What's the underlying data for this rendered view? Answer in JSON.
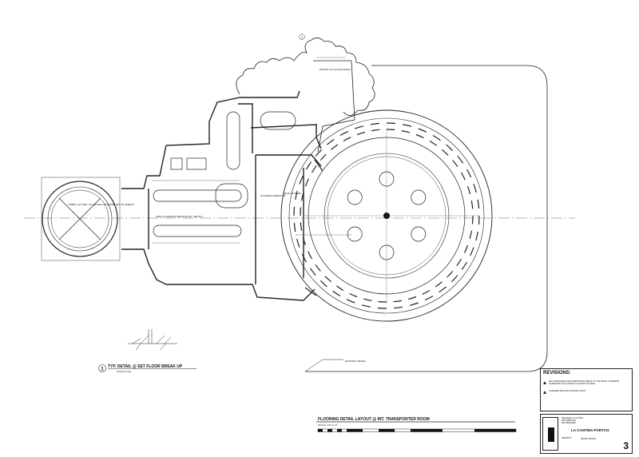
{
  "drawing": {
    "title": "FLOORING DETAIL LAYOUT @ INT. TRANSPORTER ROOM",
    "scale": "SCALE: 1/2\"=1'-0\"",
    "detail_callout": "2",
    "notes": {
      "extent_of_floor": "EXTENT OF FLOOR FINISH",
      "flooring_breakup": "FLOORING BREAK UP",
      "face_of_base": "FACE OF BASE",
      "turbo_lift": "TURBO LIFT SEE 'LA CANTINA INTERIOR' SET OF SHEETS",
      "line_of_central": "LINE OF CENTRAL BEAM @ FIN. SET B.N.",
      "existing_grade": "EXISTING GRADE"
    }
  },
  "detail": {
    "number": "1",
    "title": "TYP. DETAIL @ SET FLOOR BREAK UP",
    "scale": "SCALE: FULL"
  },
  "revisions": {
    "title": "REVISIONS:",
    "items": [
      {
        "mark": "1",
        "text": "RE-CONFIGURED DOCUMENTATION AREAS TO JOIN BOTH CORRIDOR, ELIMINATED FOLLOWING AS SHOWN ON DWG"
      },
      {
        "mark": "2",
        "text": "CHANGED EXISTING GRAPE LAYOUT"
      }
    ]
  },
  "title_block": {
    "project": "LA CANTINA PORTCH",
    "drawn_by": "KEVIN CROSS",
    "sheet_number": "3",
    "lines": [
      "DESIGNER: M. SUTTER",
      "ART DIRECTOR",
      "SET DESIGNER",
      "DRAWN BY"
    ]
  }
}
